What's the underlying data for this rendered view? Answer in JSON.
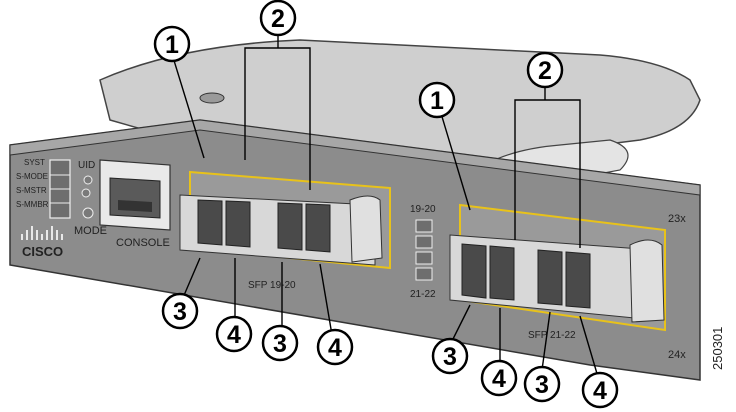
{
  "figure_id": "250301",
  "panel": {
    "led_labels": [
      "SYST",
      "S-MODE",
      "S-MSTR",
      "S-MMBR"
    ],
    "uid_label": "UID",
    "mode_label": "MODE",
    "console_label": "CONSOLE",
    "brand": "CISCO",
    "port_group_left_top": "19-20",
    "port_group_left_bottom": "21-22",
    "sfp_left_label": "SFP 19-20",
    "sfp_right_label": "SFP 21-22",
    "port_23": "23x",
    "port_24": "24x"
  },
  "callouts": {
    "one": "1",
    "two": "2",
    "three": "3",
    "four": "4"
  },
  "colors": {
    "bezel": "#8c8c8c",
    "bezel_dark": "#6a6a6a",
    "bracket": "#d4d4d4",
    "cage_outline": "#e8c21a",
    "module_dark": "#4a4a4a"
  }
}
